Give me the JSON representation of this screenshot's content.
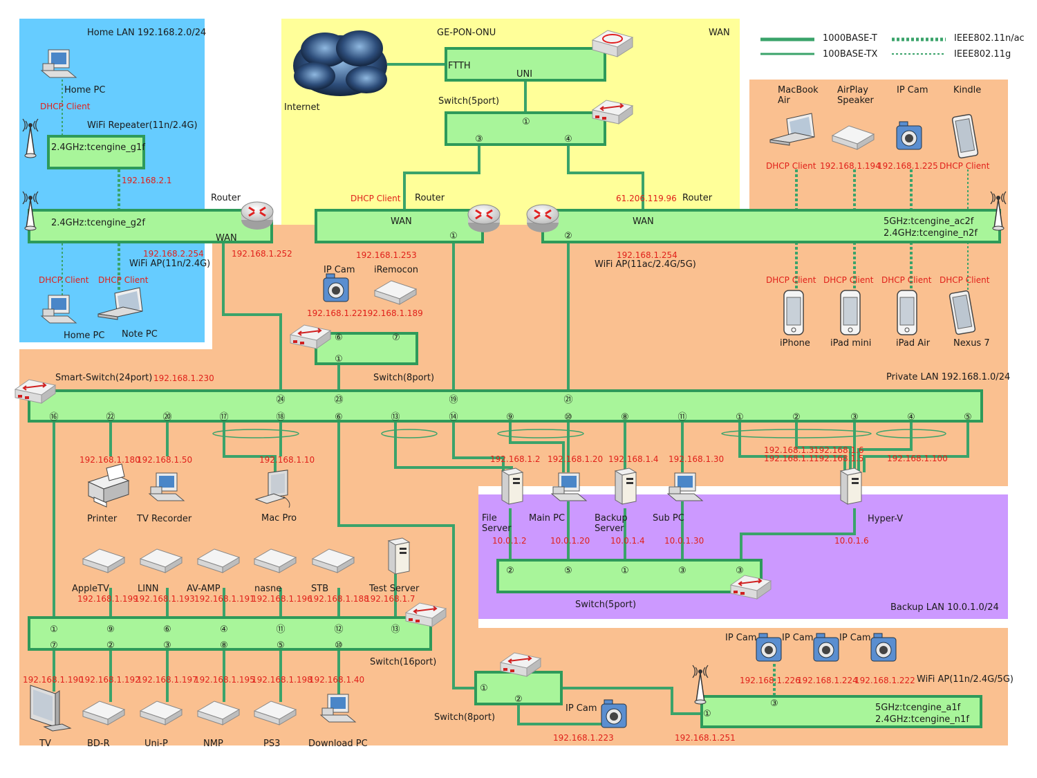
{
  "zones": {
    "home_lan": {
      "title": "Home LAN 192.168.2.0/24",
      "color": "#66ccff"
    },
    "wan": {
      "title": "WAN",
      "color": "#ffff99"
    },
    "private_lan": {
      "title": "Private LAN 192.168.1.0/24",
      "color": "#fac090"
    },
    "backup_lan": {
      "title": "Backup LAN 10.0.1.0/24",
      "color": "#cc99ff"
    }
  },
  "legend": {
    "gigabit": "1000BASE-T",
    "fast": "100BASE-TX",
    "wifi_ac": "IEEE802.11n/ac",
    "wifi_g": "IEEE802.11g",
    "line_color": "#3aa36a"
  },
  "wan": {
    "onu_label": "GE-PON-ONU",
    "ftth": "FTTH",
    "uni": "UNI",
    "internet": "Internet",
    "switch5_label": "Switch(5port)",
    "switch5_ports": [
      "①",
      "③",
      "④"
    ],
    "dhcp_client": "DHCP Client",
    "router_left": "Router",
    "router_right": "Router",
    "ip_right": "61.206.119.96",
    "wan_left": "WAN",
    "wan_right": "WAN",
    "port_left": "①",
    "port_right": "②",
    "ip_left_router": "192.168.1.253",
    "ip_right_ap": "192.168.1.254",
    "ap_right_label": "WiFi AP(11ac/2.4G/5G)",
    "ap_right_ssid1": "5GHz:tcengine_ac2f",
    "ap_right_ssid2": "2.4GHz:tcengine_n2f"
  },
  "home": {
    "home_pc_top": "Home PC",
    "dhcp_client": "DHCP Client",
    "repeater_label": "WiFi Repeater(11n/2.4G)",
    "repeater_ssid": "2.4GHz:tcengine_g1f",
    "link_ip": "192.168.2.1",
    "router": "Router",
    "ap_ssid": "2.4GHz:tcengine_g2f",
    "wan": "WAN",
    "ap_ip": "192.168.2.254",
    "ap_label": "WiFi AP(11n/2.4G)",
    "wan_ip": "192.168.1.252",
    "home_pc_bottom": "Home PC",
    "note_pc": "Note PC"
  },
  "wireless_top": {
    "devices": [
      "MacBook\nAir",
      "AirPlay\nSpeaker",
      "IP Cam",
      "Kindle"
    ],
    "ips": [
      "DHCP Client",
      "192.168.1.194",
      "192.168.1.225",
      "DHCP Client"
    ],
    "mobile_ips": [
      "DHCP Client",
      "DHCP Client",
      "DHCP Client",
      "DHCP Client"
    ],
    "mobiles": [
      "iPhone",
      "iPad mini",
      "iPad Air",
      "Nexus 7"
    ]
  },
  "switch8_top": {
    "ipcam": "IP Cam",
    "iremocon": "iRemocon",
    "ipcam_ip": "192.168.1.221",
    "iremocon_ip": "192.168.1.189",
    "ports": [
      "⑥",
      "⑦",
      "①"
    ],
    "label": "Switch(8port)"
  },
  "smart_switch": {
    "label": "Smart-Switch(24port)",
    "ip": "192.168.1.230",
    "top_ports": [
      "㉔",
      "㉓",
      "⑲",
      "㉑"
    ],
    "bottom_ports": [
      "⑯",
      "㉒",
      "⑳",
      "⑰",
      "⑱",
      "⑥",
      "⑬",
      "⑭",
      "⑨",
      "⑩",
      "⑧",
      "⑪",
      "①",
      "②",
      "③",
      "④",
      "⑤"
    ]
  },
  "lan_devices": {
    "printer": "Printer",
    "printer_ip": "192.168.1.180",
    "tvrec": "TV Recorder",
    "tvrec_ip": "192.168.1.50",
    "macpro": "Mac Pro",
    "macpro_ip": "192.168.1.10",
    "fileserver": "File\nServer",
    "fileserver_ip": "192.168.1.2",
    "fileserver_bip": "10.0.1.2",
    "mainpc": "Main PC",
    "mainpc_ip": "192.168.1.20",
    "mainpc_bip": "10.0.1.20",
    "backup": "Backup\nServer",
    "backup_ip": "192.168.1.4",
    "backup_bip": "10.0.1.4",
    "subpc": "Sub PC",
    "subpc_ip": "192.168.1.30",
    "subpc_bip": "10.0.1.30",
    "hyperv": "Hyper-V",
    "hyperv_ips": [
      "192.168.1.3",
      "192.168.1.6",
      "192.168.1.1",
      "192.168.1.5",
      "192.168.1.100"
    ],
    "hyperv_bip": "10.0.1.6"
  },
  "backup_switch": {
    "label": "Switch(5port)",
    "ports": [
      "②",
      "⑤",
      "①",
      "③",
      "③"
    ]
  },
  "switch16": {
    "label": "Switch(16port)",
    "top_devices": [
      "AppleTV",
      "LINN",
      "AV-AMP",
      "nasne",
      "STB",
      "Test Server"
    ],
    "top_ips": [
      "192.168.1.199",
      "192.168.1.193",
      "192.168.1.191",
      "192.168.1.196",
      "192.168.1.188",
      "192.168.1.7"
    ],
    "top_ports": [
      "①",
      "⑨",
      "⑥",
      "④",
      "⑪",
      "⑫",
      "⑬"
    ],
    "bottom_ports": [
      "⑦",
      "②",
      "③",
      "⑧",
      "⑤",
      "⑩"
    ],
    "bottom_ips": [
      "192.168.1.190",
      "192.168.1.192",
      "192.168.1.197",
      "192.168.1.195",
      "192.168.1.198",
      "192.168.1.40"
    ],
    "bottom_devices": [
      "TV",
      "BD-R",
      "Uni-P",
      "NMP",
      "PS3",
      "Download PC"
    ]
  },
  "switch8_bottom": {
    "label": "Switch(8port)",
    "ports": [
      "①",
      "②"
    ],
    "ipcam": "IP Cam",
    "ipcam_ip": "192.168.1.223"
  },
  "ap_bottom": {
    "ipcams": [
      "IP Cam",
      "IP Cam",
      "IP Cam"
    ],
    "ips": [
      "192.168.1.226",
      "192.168.1.224",
      "192.168.1.222"
    ],
    "label": "WiFi AP(11n/2.4G/5G)",
    "ssid1": "5GHz:tcengine_a1f",
    "ssid2": "2.4GHz:tcengine_n1f",
    "port_in": "①",
    "port_cam": "③",
    "ip": "192.168.1.251"
  }
}
